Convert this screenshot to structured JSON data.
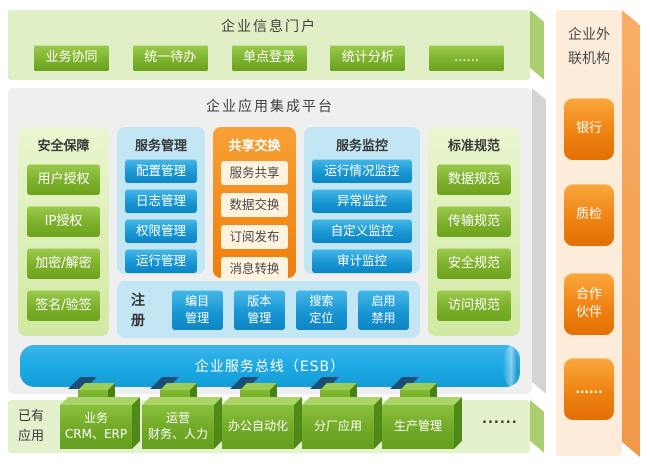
{
  "colors": {
    "portal_band_bg": "#e1efc6",
    "band_side_green": "#abce70",
    "platform_bg": "#efefef",
    "green_panel": "#dcefae",
    "blue_panel": "#c3e6f4",
    "orange_panel": "#f1860f",
    "green_button": "#7db32e",
    "blue_button": "#1794d2",
    "cream_button": "#fdf3df",
    "esb_blue": "#1ca9e4",
    "app_block_green": "#6fa826",
    "sidebar_bg": "#fdecd9",
    "sidebar_side": "#f5a55e",
    "orange_button": "#ef8312"
  },
  "portal": {
    "title": "企业信息门户",
    "items": [
      "业务协同",
      "统一待办",
      "单点登录",
      "统计分析",
      "......"
    ]
  },
  "platform": {
    "title": "企业应用集成平台",
    "columns": [
      {
        "title": "安全保障",
        "items": [
          "用户授权",
          "IP授权",
          "加密/解密",
          "签名/验签"
        ]
      },
      {
        "title": "服务管理",
        "items": [
          "配置管理",
          "日志管理",
          "权限管理",
          "运行管理"
        ]
      },
      {
        "title": "共享交换",
        "items": [
          "服务共享",
          "数据交换",
          "订阅发布",
          "消息转换"
        ]
      },
      {
        "title": "服务监控",
        "items": [
          "运行情况监控",
          "异常监控",
          "自定义监控",
          "审计监控"
        ]
      },
      {
        "title": "标准规范",
        "items": [
          "数据规范",
          "传输规范",
          "安全规范",
          "访问规范"
        ]
      }
    ],
    "registry": {
      "label": "注册",
      "items": [
        "编目\n管理",
        "版本\n管理",
        "搜索\n定位",
        "启用\n禁用"
      ]
    },
    "esb_label": "企业服务总线（ESB）"
  },
  "existing": {
    "label": "已有\n应用",
    "blocks": [
      "业务\nCRM、ERP",
      "运营\n财务、人力",
      "办公自动化",
      "分厂应用",
      "生产管理"
    ],
    "more": "......"
  },
  "external": {
    "title": "企业外\n联机构",
    "items": [
      "银行",
      "质检",
      "合作\n伙伴",
      "......"
    ]
  }
}
